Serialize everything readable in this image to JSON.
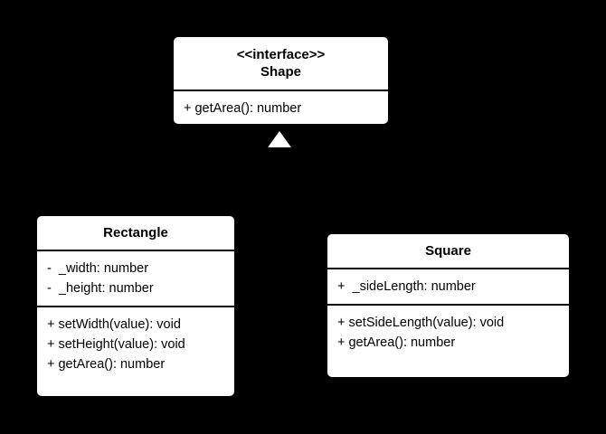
{
  "diagram": {
    "type": "uml-class-diagram",
    "background_color": "#000000",
    "box_fill_color": "#ffffff",
    "box_text_color": "#000000",
    "classes": [
      {
        "id": "shape",
        "stereotype": "<<interface>>",
        "name": "Shape",
        "attributes": [],
        "methods": [
          "+ getArea(): number"
        ]
      },
      {
        "id": "rectangle",
        "stereotype": "",
        "name": "Rectangle",
        "attributes": [
          "-  _width: number",
          "-  _height: number"
        ],
        "methods": [
          "+ setWidth(value): void",
          "+ setHeight(value): void",
          "+ getArea(): number"
        ]
      },
      {
        "id": "square",
        "stereotype": "",
        "name": "Square",
        "attributes": [
          "+  _sideLength: number"
        ],
        "methods": [
          "+ setSideLength(value): void",
          "+ getArea(): number"
        ]
      }
    ],
    "relationships": [
      {
        "kind": "generalization",
        "arrowhead": "filled-triangle",
        "arrowhead_color": "#ffffff",
        "target": "shape"
      }
    ]
  }
}
